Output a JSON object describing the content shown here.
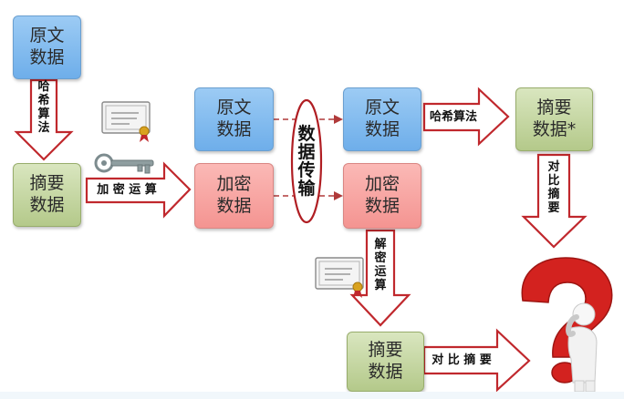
{
  "boxes": {
    "original_left": "原文\n数据",
    "digest_left": "摘要\n数据",
    "original_mid": "原文\n数据",
    "encrypted_mid": "加密\n数据",
    "original_right": "原文\n数据",
    "encrypted_right": "加密\n数据",
    "digest_star": "摘要\n数据*",
    "digest_bottom": "摘要\n数据"
  },
  "arrows": {
    "hash_vertical": "哈\n希\n算\n法",
    "encrypt_op": "加 密 运 算",
    "hash_horizontal": "哈希算法",
    "compare_vertical": "对\n比\n摘\n要",
    "decrypt_vertical": "解\n密\n运\n算",
    "compare_horizontal": "对 比 摘 要"
  },
  "transfer_label": "数\n据\n传\n输",
  "colors": {
    "blue_box": "#8cc0f0",
    "green_box": "#c6d7a4",
    "red_box": "#f7a8a5",
    "arrow_outline": "#c0282d",
    "question_mark": "#d3221f"
  },
  "icons": [
    "certificate-icon",
    "key-icon",
    "certificate-icon",
    "question-mark-figure"
  ]
}
